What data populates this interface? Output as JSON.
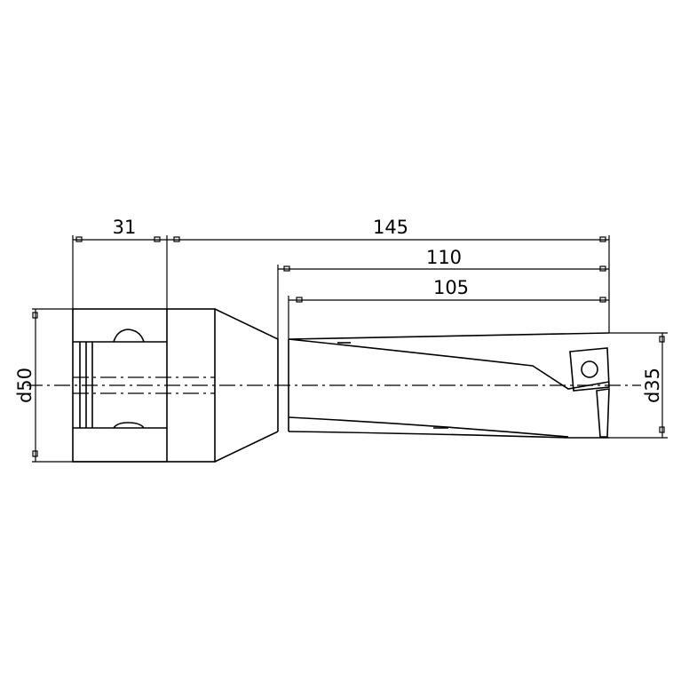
{
  "dimensions": {
    "shank_length": "31",
    "overall_length": "145",
    "flute_length": "110",
    "max_drilling_depth": "105",
    "shank_diameter": "d50",
    "drill_diameter": "d35"
  }
}
